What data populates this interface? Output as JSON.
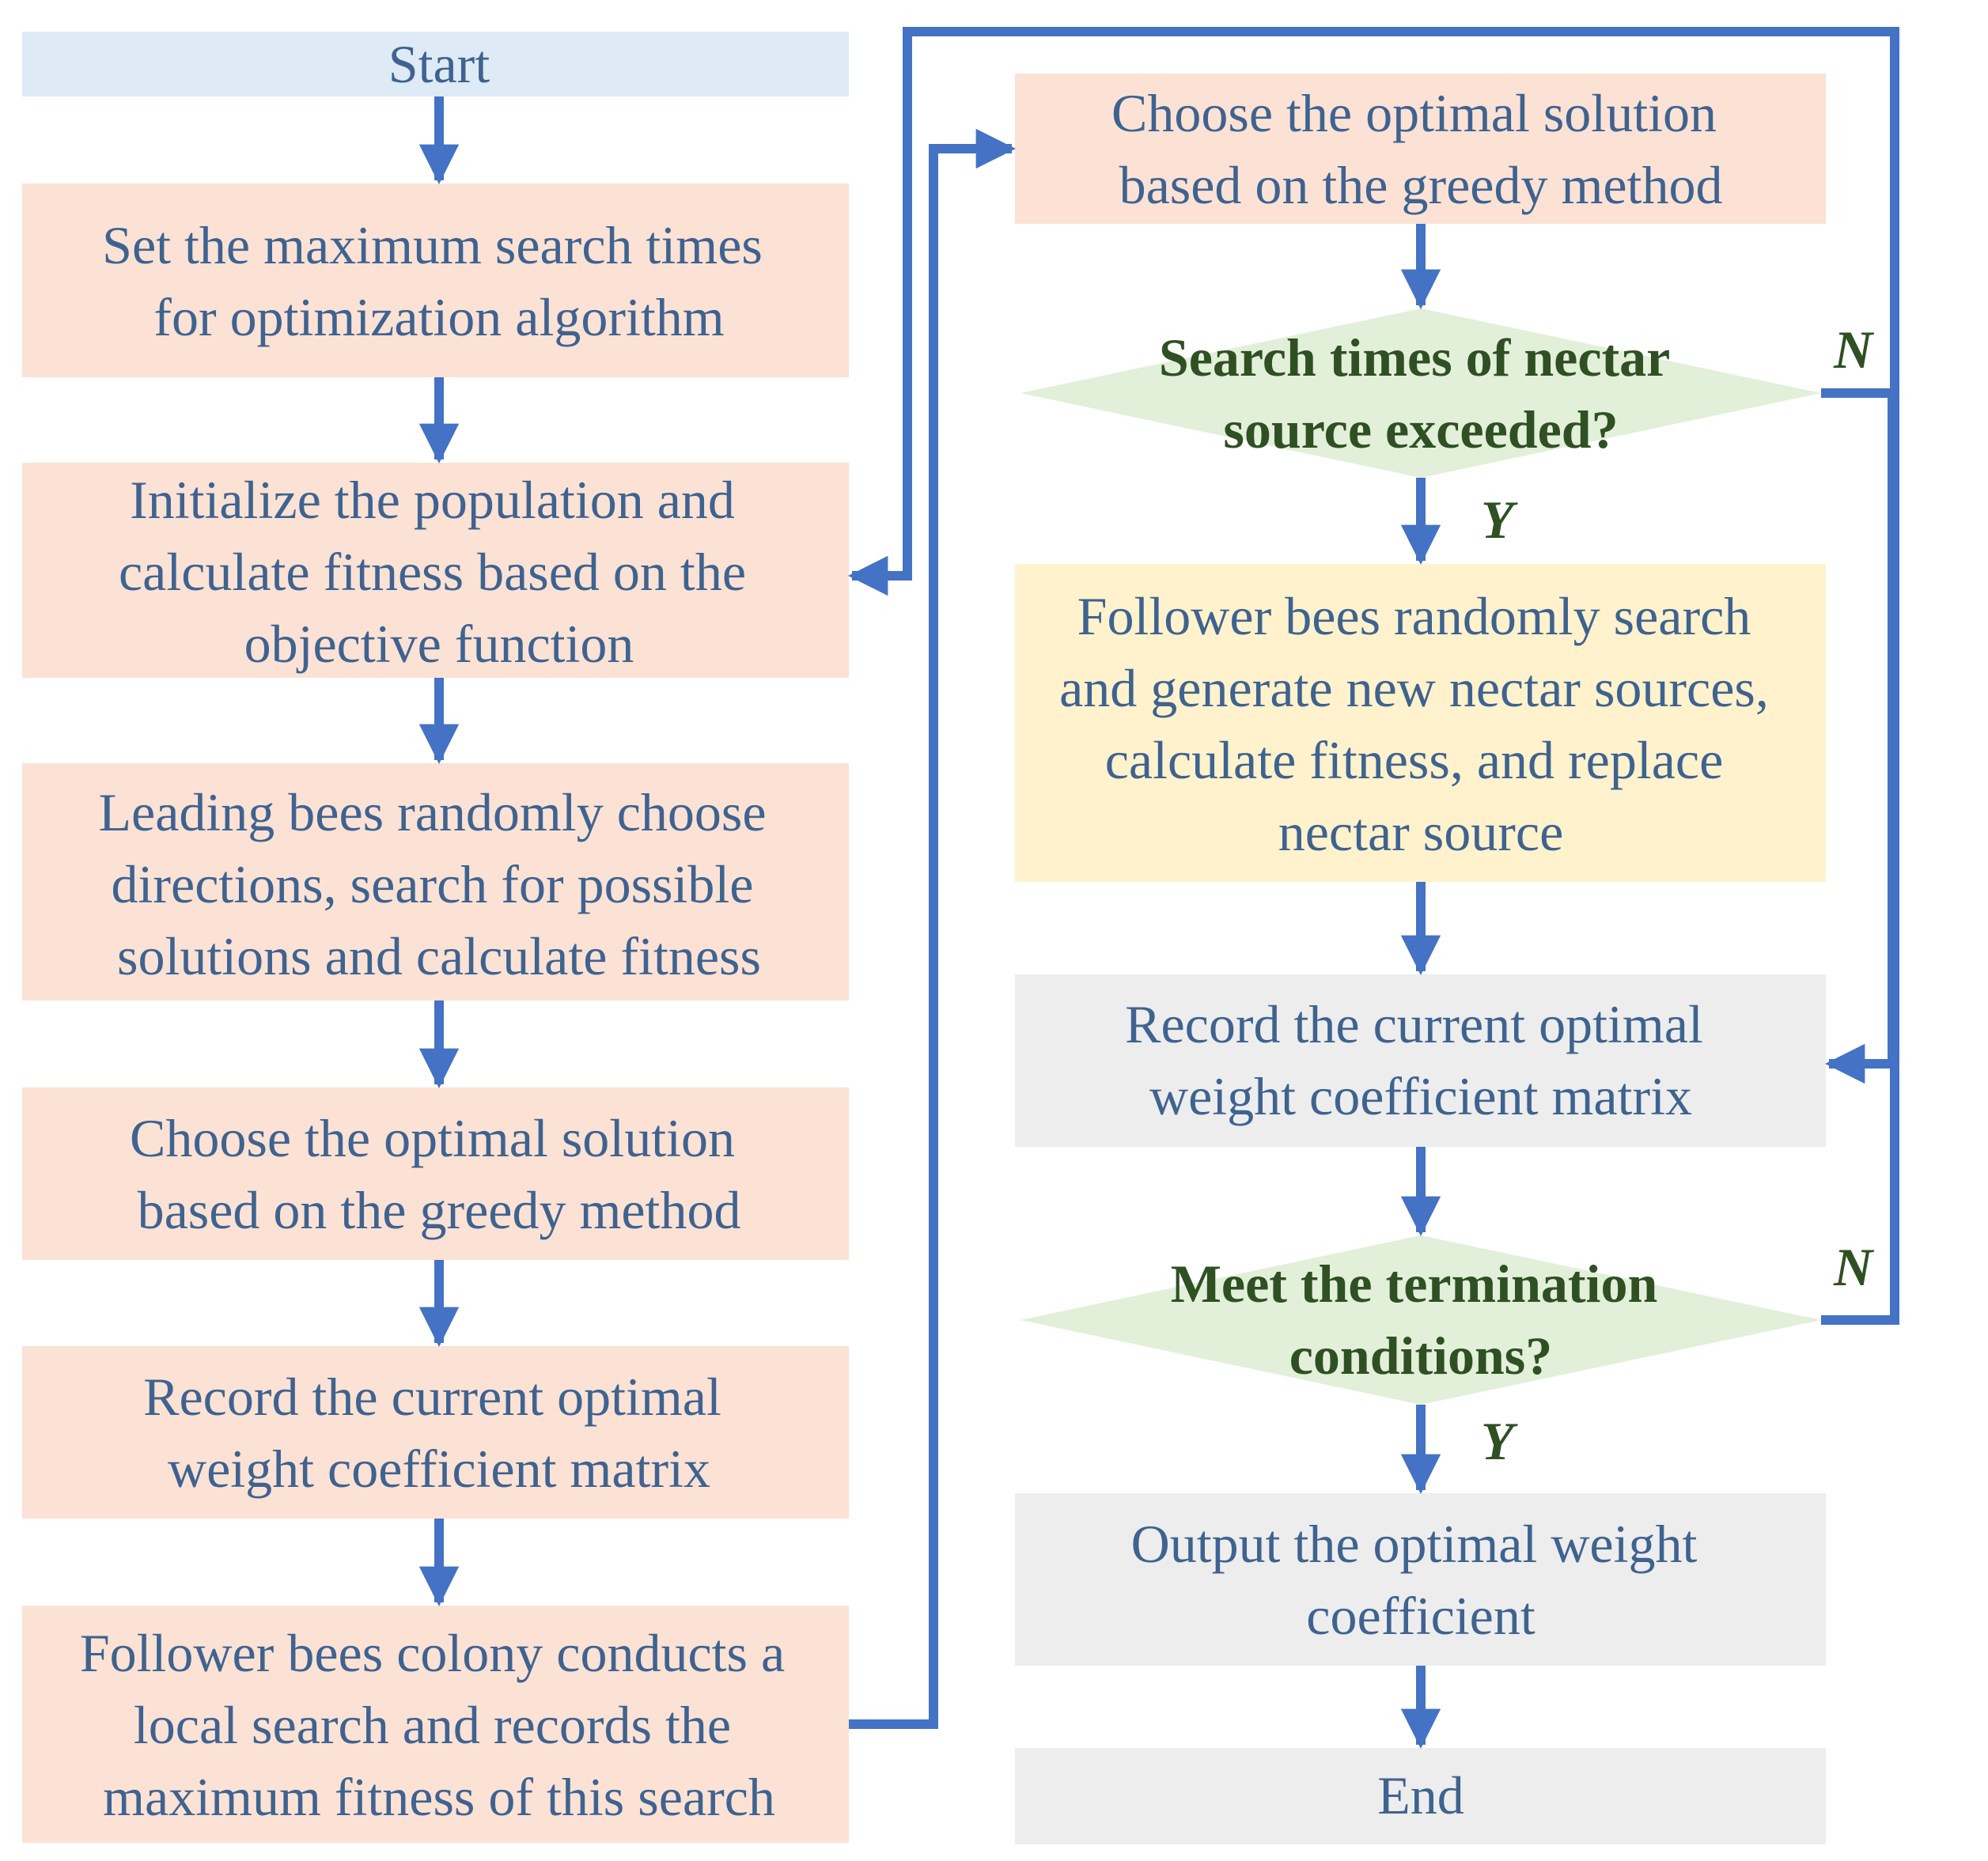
{
  "colors": {
    "arrow": "#4472c4",
    "start": "#deeaf6",
    "process_orange": "#fbe2d5",
    "process_yellow": "#fff2cc",
    "process_gray": "#ededed",
    "decision_green": "#e2efd9",
    "text_blue": "#3f6390",
    "text_green": "#2f5023"
  },
  "nodes": {
    "start": {
      "lines": [
        "Start"
      ]
    },
    "set_max": {
      "lines": [
        "Set the maximum search times",
        "for optimization algorithm"
      ]
    },
    "initialize": {
      "lines": [
        "Initialize the population and",
        "calculate fitness based on the",
        "objective function"
      ]
    },
    "leading_bees": {
      "lines": [
        "Leading bees randomly choose",
        "directions, search for possible",
        "solutions and calculate fitness"
      ]
    },
    "choose_optimal_left": {
      "lines": [
        "Choose the optimal solution",
        "based on the greedy method"
      ]
    },
    "record_left": {
      "lines": [
        "Record the current optimal",
        "weight coefficient matrix"
      ]
    },
    "follower_colony": {
      "lines": [
        "Follower bees colony conducts a",
        "local search and records the",
        "maximum fitness of this search"
      ]
    },
    "choose_optimal_right": {
      "lines": [
        "Choose the optimal solution",
        "based on the greedy method"
      ]
    },
    "search_exceeded": {
      "lines": [
        "Search times of nectar",
        "source exceeded?"
      ]
    },
    "follower_random": {
      "lines": [
        "Follower bees randomly search",
        "and generate new nectar sources,",
        "calculate fitness, and replace",
        "nectar source"
      ]
    },
    "record_right": {
      "lines": [
        "Record the current optimal",
        "weight coefficient matrix"
      ]
    },
    "termination": {
      "lines": [
        "Meet the termination",
        "conditions?"
      ]
    },
    "output": {
      "lines": [
        "Output the optimal weight",
        "coefficient"
      ]
    },
    "end": {
      "lines": [
        "End"
      ]
    }
  },
  "edge_labels": {
    "search_no": "N",
    "search_yes": "Y",
    "termination_no": "N",
    "termination_yes": "Y"
  }
}
